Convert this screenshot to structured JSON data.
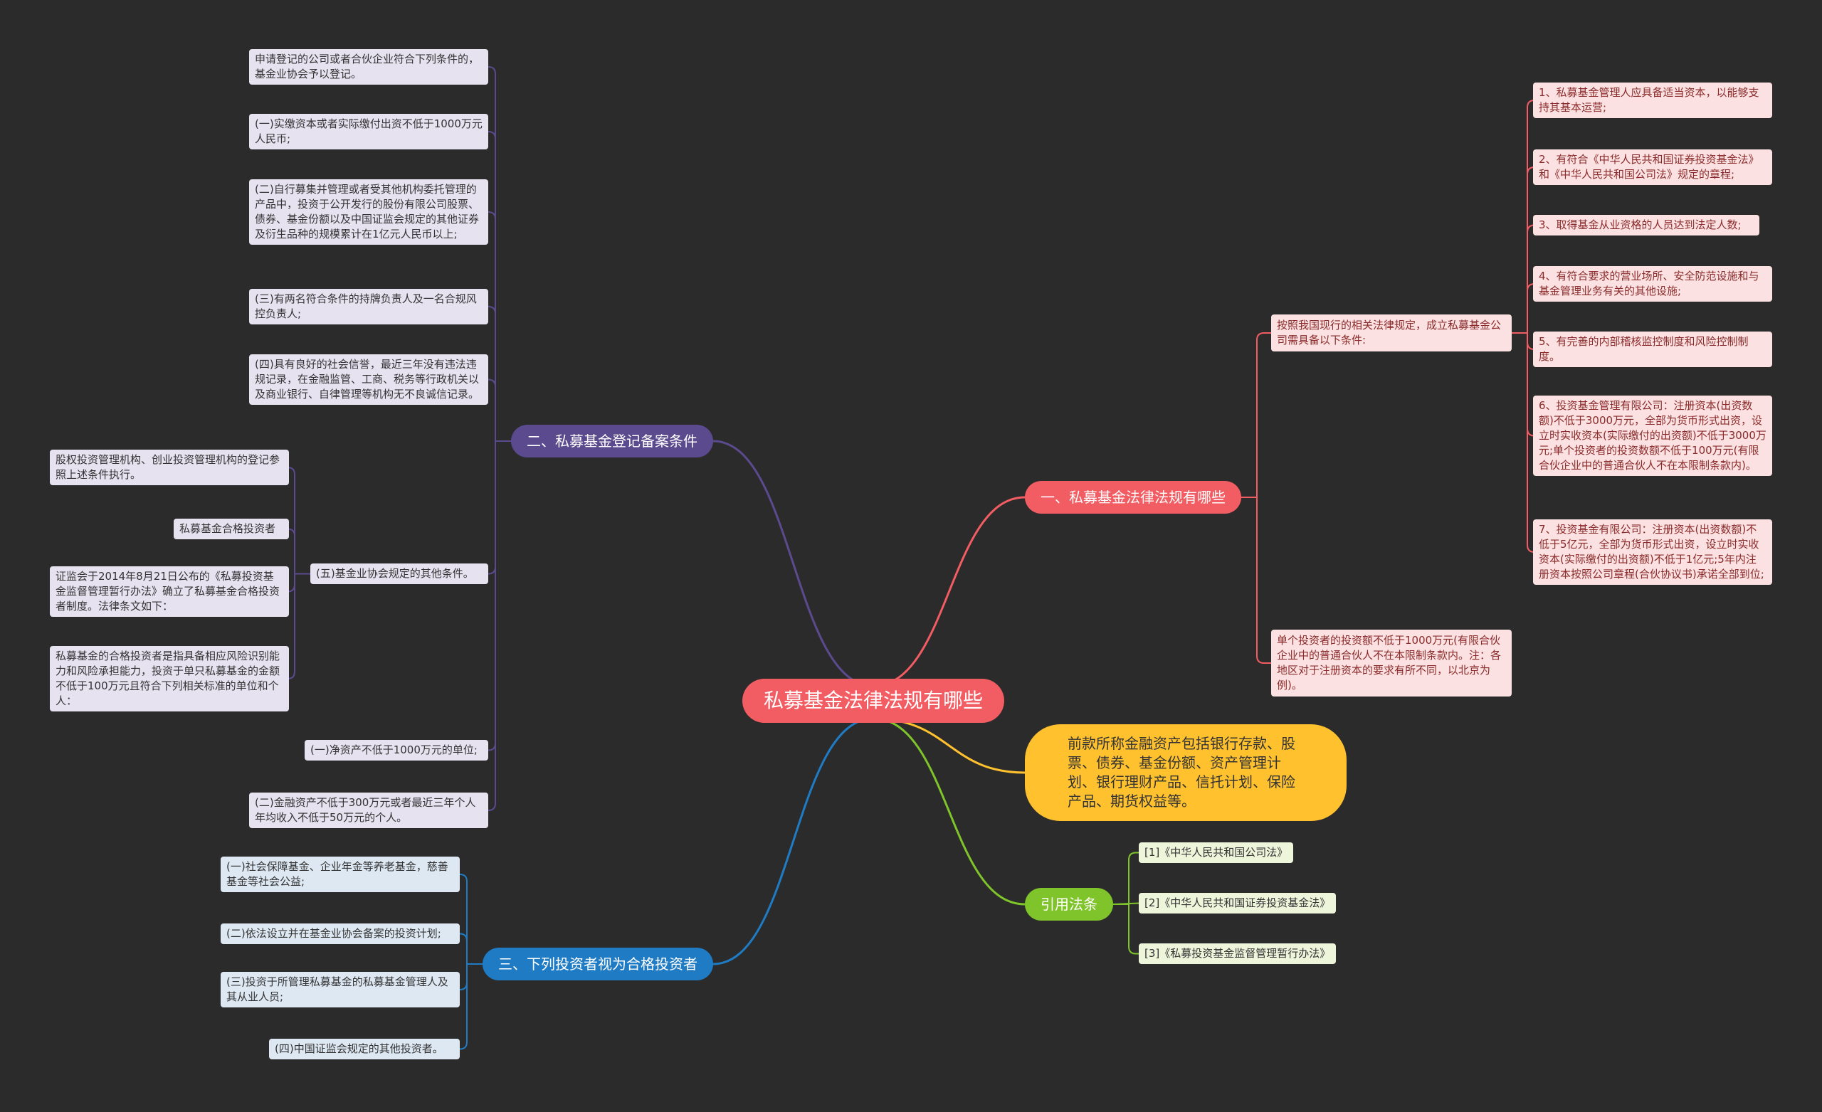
{
  "root": "私募基金法律法规有哪些",
  "branch1": {
    "title": "一、私募基金法律法规有哪些",
    "group_a": "按照我国现行的相关法律规定，成立私募基金公司需具备以下条件:",
    "items": [
      "1、私募基金管理人应具备适当资本，以能够支持其基本运营;",
      "2、有符合《中华人民共和国证券投资基金法》和《中华人民共和国公司法》规定的章程;",
      "3、取得基金从业资格的人员达到法定人数;",
      "4、有符合要求的营业场所、安全防范设施和与基金管理业务有关的其他设施;",
      "5、有完善的内部稽核监控制度和风险控制制度。",
      "6、投资基金管理有限公司：注册资本(出资数额)不低于3000万元，全部为货币形式出资，设立时实收资本(实际缴付的出资额)不低于3000万元;单个投资者的投资数额不低于100万元(有限合伙企业中的普通合伙人不在本限制条款内)。",
      "7、投资基金有限公司：注册资本(出资数额)不低于5亿元，全部为货币形式出资，设立时实收资本(实际缴付的出资额)不低于1亿元;5年内注册资本按照公司章程(合伙协议书)承诺全部到位;"
    ],
    "group_b": "单个投资者的投资额不低于1000万元(有限合伙企业中的普通合伙人不在本限制条款内。注：各地区对于注册资本的要求有所不同，以北京为例)。"
  },
  "branch2": {
    "title": "二、私募基金登记备案条件",
    "items": [
      "申请登记的公司或者合伙企业符合下列条件的，基金业协会予以登记。",
      "(一)实缴资本或者实际缴付出资不低于1000万元人民币;",
      "(二)自行募集并管理或者受其他机构委托管理的产品中，投资于公开发行的股份有限公司股票、债券、基金份额以及中国证监会规定的其他证券及衍生品种的规模累计在1亿元人民币以上;",
      "(三)有两名符合条件的持牌负责人及一名合规风控负责人;",
      "(四)具有良好的社会信誉，最近三年没有违法违规记录，在金融监管、工商、税务等行政机关以及商业银行、自律管理等机构无不良诚信记录。"
    ],
    "sub_title": "(五)基金业协会规定的其他条件。",
    "sub_items": [
      "股权投资管理机构、创业投资管理机构的登记参照上述条件执行。",
      "私募基金合格投资者",
      "证监会于2014年8月21日公布的《私募投资基金监督管理暂行办法》确立了私募基金合格投资者制度。法律条文如下：",
      "私募基金的合格投资者是指具备相应风险识别能力和风险承担能力，投资于单只私募基金的金额不低于100万元且符合下列相关标准的单位和个人："
    ],
    "tail_items": [
      "(一)净资产不低于1000万元的单位;",
      "(二)金融资产不低于300万元或者最近三年个人年均收入不低于50万元的个人。"
    ]
  },
  "branch3": {
    "title": "三、下列投资者视为合格投资者",
    "items": [
      "(一)社会保障基金、企业年金等养老基金，慈善基金等社会公益;",
      "(二)依法设立并在基金业协会备案的投资计划;",
      "(三)投资于所管理私募基金的私募基金管理人及其从业人员;",
      "(四)中国证监会规定的其他投资者。"
    ]
  },
  "yellow_note": "前款所称金融资产包括银行存款、股票、债券、基金份额、资产管理计划、银行理财产品、信托计划、保险产品、期货权益等。",
  "citations": {
    "title": "引用法条",
    "items": [
      "[1]《中华人民共和国公司法》",
      "[2]《中华人民共和国证券投资基金法》",
      "[3]《私募投资基金监督管理暂行办法》"
    ]
  },
  "colors": {
    "background": "#2b2b2b",
    "root": "#f25c63",
    "branch1": "#f25c63",
    "branch2": "#5b4a8e",
    "branch3": "#1f7cc4",
    "yellow": "#ffc12e",
    "green": "#7fc42a"
  }
}
